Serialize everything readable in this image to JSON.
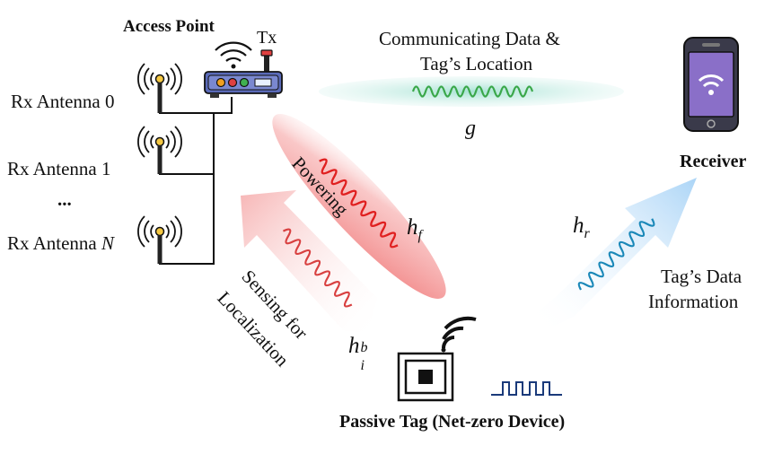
{
  "labels": {
    "access_point": "Access Point",
    "tx": "Tx",
    "rx0": "Rx Antenna 0",
    "rx1": "Rx Antenna 1",
    "dots": "...",
    "rxn_prefix": "Rx Antenna ",
    "rxn_var": "N",
    "comm_line1": "Communicating Data &",
    "comm_line2": "Tag’s Location",
    "g": "g",
    "receiver": "Receiver",
    "powering": "Powering",
    "hf_base": "h",
    "hf_sub": "f",
    "hr_base": "h",
    "hr_sub": "r",
    "sensing_line1": "Sensing for",
    "sensing_line2": "Localization",
    "hib_base": "h",
    "hib_sub": "i",
    "hib_sup": "b",
    "tag_data_line1": "Tag’s Data",
    "tag_data_line2": "Information",
    "passive_tag": "Passive Tag (Net-zero Device)"
  },
  "colors": {
    "wave_green": "#3aa84a",
    "wave_red": "#e02020",
    "wave_blue": "#1a88b8",
    "beam_red": "#f4a0a0",
    "beam_blue": "#a8d4f4",
    "beam_teal": "#8fd8c8",
    "phone_purple": "#8a6fc8",
    "router_body": "#5a6ab8"
  }
}
